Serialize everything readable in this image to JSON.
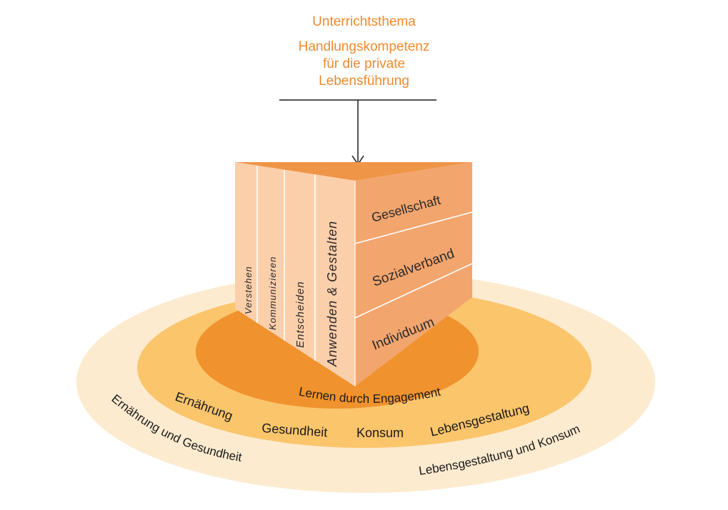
{
  "header": {
    "topic": "Unterrichtsthema",
    "lines": [
      "Handlungskompetenz",
      "für die private",
      "Lebensführung"
    ]
  },
  "cube": {
    "left_face": [
      "Verstehen",
      "Kommunizieren",
      "Entscheiden",
      "Anwenden & Gestalten"
    ],
    "right_face": [
      "Gesellschaft",
      "Sozialverband",
      "Individuum"
    ]
  },
  "rings": {
    "inner": "Lernen durch Engagement",
    "middle": [
      "Ernährung",
      "Gesundheit",
      "Konsum",
      "Lebensgestaltung"
    ],
    "outer": [
      "Ernährung und Gesundheit",
      "Lebensgestaltung und Konsum"
    ]
  },
  "colors": {
    "header": "#ef8a2e",
    "outer_ring": "#fdebd0",
    "middle_ring": "#fbc56c",
    "inner_ring": "#f0922d",
    "cube_left": "#fccfab",
    "cube_right": "#f3a56e",
    "cube_top": "#ef9547",
    "text_dark": "#2a2a2a"
  }
}
